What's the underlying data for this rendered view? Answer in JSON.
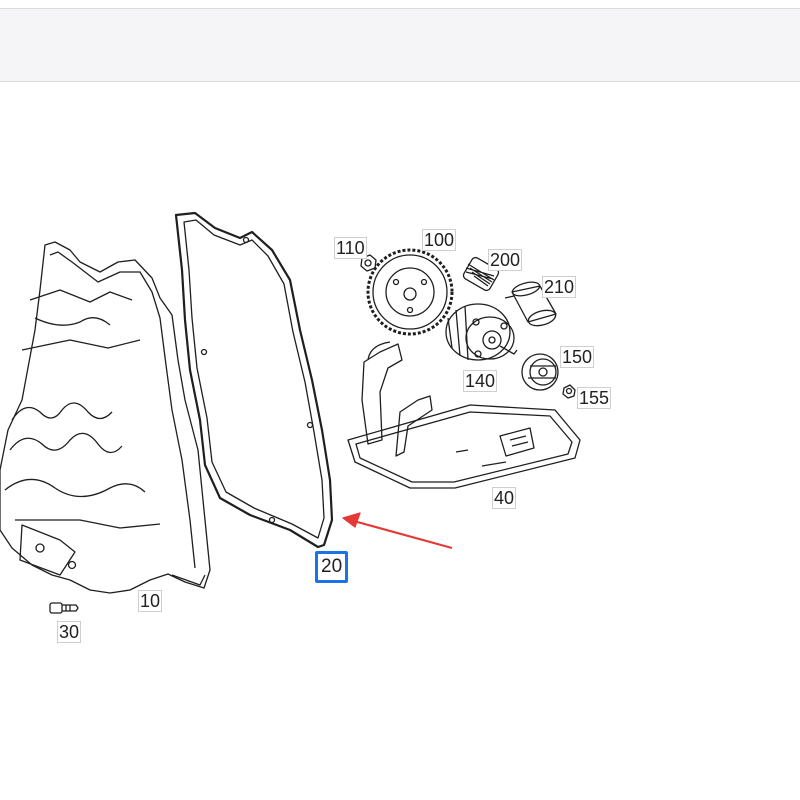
{
  "toolbar": {},
  "diagram": {
    "callouts": {
      "c10": "10",
      "c20": "20",
      "c30": "30",
      "c40": "40",
      "c100": "100",
      "c110": "110",
      "c140": "140",
      "c150": "150",
      "c155": "155",
      "c200": "200",
      "c210": "210"
    },
    "selected": "20",
    "colors": {
      "line": "#1f1f1f",
      "selection": "#1a73e8",
      "arrow": "#e53935"
    }
  }
}
